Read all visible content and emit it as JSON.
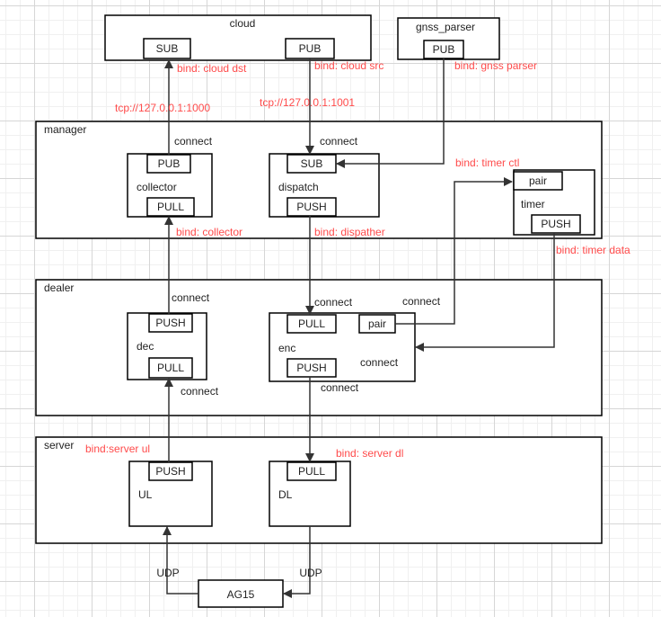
{
  "containers": {
    "cloud": "cloud",
    "gnss_parser": "gnss_parser",
    "manager": "manager",
    "dealer": "dealer",
    "server": "server"
  },
  "nodes": {
    "collector": "collector",
    "dispatch": "dispatch",
    "timer": "timer",
    "dec": "dec",
    "enc": "enc",
    "ul": "UL",
    "dl": "DL",
    "ag15": "AG15"
  },
  "ports": {
    "cloud_sub": "SUB",
    "cloud_pub": "PUB",
    "gnss_pub": "PUB",
    "collector_pub": "PUB",
    "collector_pull": "PULL",
    "dispatch_sub": "SUB",
    "dispatch_push": "PUSH",
    "timer_pair": "pair",
    "timer_push": "PUSH",
    "dec_push": "PUSH",
    "dec_pull": "PULL",
    "enc_pull": "PULL",
    "enc_pair": "pair",
    "enc_push": "PUSH",
    "ul_push": "PUSH",
    "dl_pull": "PULL"
  },
  "bind_labels": {
    "cloud_dst": "bind:  cloud  dst",
    "cloud_src": "bind:  cloud  src",
    "gnss_parser": "bind:  gnss  parser",
    "timer_ctl": "bind:  timer  ctl",
    "collector": "bind:  collector",
    "dispatcher": "bind:  dispather",
    "timer_data": "bind:  timer  data",
    "server_ul": "bind:server  ul",
    "server_dl": "bind:  server  dl"
  },
  "edge_labels": {
    "tcp_1000": "tcp://127.0.0.1:1000",
    "tcp_1001": "tcp://127.0.0.1:1001",
    "connect": "connect",
    "udp": "UDP"
  },
  "colors": {
    "bind_text": "#ff4b4b",
    "line": "#333333"
  }
}
